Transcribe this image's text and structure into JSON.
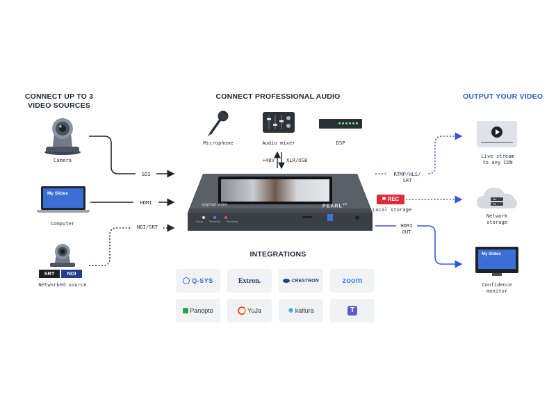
{
  "headings": {
    "sources": [
      "CONNECT UP TO 3",
      "VIDEO SOURCES"
    ],
    "audio": "CONNECT PROFESSIONAL AUDIO",
    "output": "OUTPUT YOUR VIDEO",
    "integrations": "INTEGRATIONS"
  },
  "sources": {
    "camera": "Camera",
    "computer": "Computer",
    "computer_screen_text": "My Slides",
    "networked": "Networked source",
    "badge_srt": "SRT",
    "badge_ndi": "NDI"
  },
  "connections": {
    "sdi": "SDI",
    "hdmi": "HDMI",
    "ndi_srt": "NDI/SRT",
    "phantom": "+48V",
    "xlr": "XLR/USB",
    "rtmp": [
      "RTMP/HLS/",
      "SRT"
    ],
    "hdmi_out": [
      "HDMI",
      "OUT"
    ]
  },
  "audio": {
    "microphone": "Microphone",
    "mixer": "Audio mixer",
    "dsp": "DSP"
  },
  "device": {
    "brand": "epiphan video",
    "model": "PEARL",
    "model_suffix": "NX",
    "led_labels": [
      "Power",
      "Streaming",
      "Recording"
    ]
  },
  "outputs": {
    "live_stream": [
      "Live stream",
      "to any CDN"
    ],
    "rec_badge": "REC",
    "local_storage": "Local storage",
    "network_storage": [
      "Network",
      "storage"
    ],
    "confidence_monitor": [
      "Confidence",
      "monitor"
    ],
    "monitor_screen_text": "My Slides"
  },
  "integrations": [
    "Q-SYS",
    "Extron.",
    "CRESTRON",
    "zoom",
    "Panopto",
    "YuJa",
    "kaltura",
    "Teams"
  ],
  "colors": {
    "accent_blue": "#3557e0",
    "rec_red": "#e02a35",
    "ndi_blue": "#1f3e8c",
    "device_dark": "#3d4248"
  }
}
